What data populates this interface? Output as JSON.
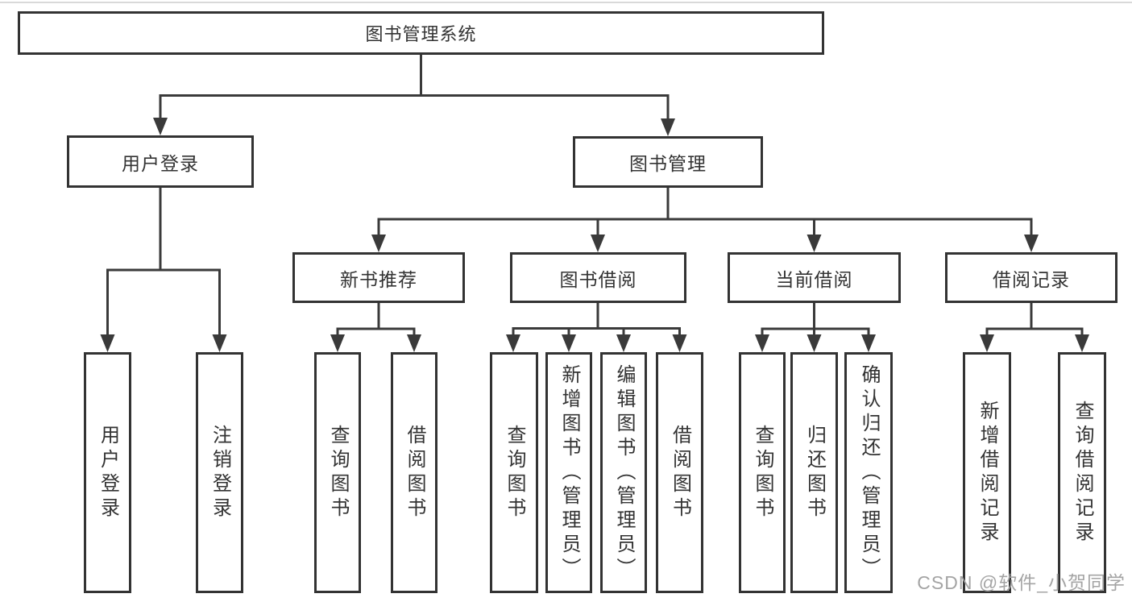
{
  "colors": {
    "line": "#3a3a3a",
    "border": "#333333",
    "text": "#333333",
    "watermark": "#a0a0a0",
    "background": "#ffffff"
  },
  "diagram": {
    "root": {
      "label": "图书管理系统"
    },
    "level2": [
      {
        "label": "用户登录"
      },
      {
        "label": "图书管理"
      }
    ],
    "level3": [
      {
        "label": "新书推荐"
      },
      {
        "label": "图书借阅"
      },
      {
        "label": "当前借阅"
      },
      {
        "label": "借阅记录"
      }
    ],
    "level4": {
      "user_login": [
        {
          "label": "用户登录"
        },
        {
          "label": "注销登录"
        }
      ],
      "new_book_recommend": [
        {
          "label": "查询图书"
        },
        {
          "label": "借阅图书"
        }
      ],
      "book_borrow": [
        {
          "label": "查询图书"
        },
        {
          "label": "新增图书（管理员）"
        },
        {
          "label": "编辑图书（管理员）"
        },
        {
          "label": "借阅图书"
        }
      ],
      "current_borrow": [
        {
          "label": "查询图书"
        },
        {
          "label": "归还图书"
        },
        {
          "label": "确认归还（管理员）"
        }
      ],
      "borrow_records": [
        {
          "label": "新增借阅记录"
        },
        {
          "label": "查询借阅记录"
        }
      ]
    },
    "watermark": "CSDN @软件_小贺同学"
  }
}
